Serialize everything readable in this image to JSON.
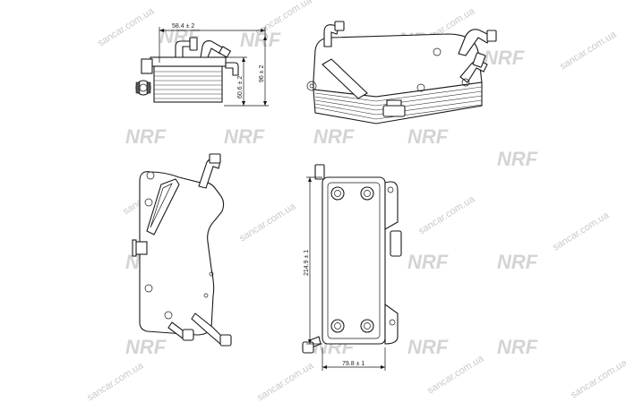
{
  "watermark": {
    "site": "sancar.com.ua",
    "brand": "NRF"
  },
  "dimensions": {
    "top_width": "58.4 ± 2",
    "inner_height": "60.6 ± 2",
    "total_height": "96 ± 2",
    "front_height": "214.9 ± 1",
    "front_width": "79.8 ± 1"
  },
  "views": [
    "side-view",
    "isometric-view",
    "rear-view",
    "front-view"
  ]
}
